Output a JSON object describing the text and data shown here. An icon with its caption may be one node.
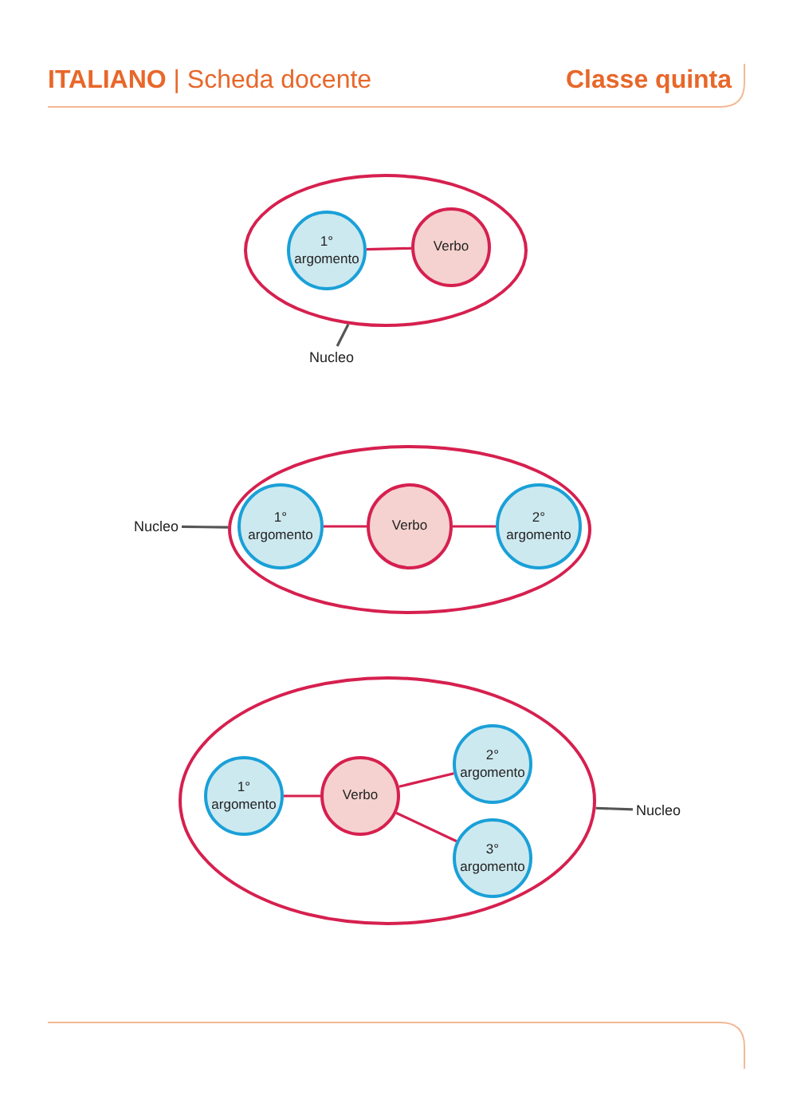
{
  "diagram": {
    "title": "**ITALIANO** | Scheda docente",
    "nodes": [
      {
        "text": [],
        "shape": "ellipse"
      },
      {
        "text": [
          "1° argomento"
        ],
        "in": 0
      },
      {
        "text": [
          "Verbo"
        ],
        "in": 0
      },
      {
        "text": [
          "Nucleo"
        ]
      },
      {
        "text": [],
        "shape": "ellipse"
      },
      {
        "text": [
          "1° argomento"
        ],
        "in": 4
      },
      {
        "text": [
          "Verbo"
        ],
        "in": 4
      },
      {
        "text": [
          "2° argomento"
        ],
        "in": 4
      },
      {
        "text": [
          "Nucleo"
        ]
      },
      {
        "text": [],
        "shape": "ellipse"
      },
      {
        "text": [
          "1° argomento"
        ],
        "in": 9
      },
      {
        "text": [
          "Verbo"
        ],
        "in": 9
      },
      {
        "text": [
          "2° argomento"
        ],
        "in": 9
      },
      {
        "text": [
          "3° argomento"
        ],
        "in": 9
      },
      {
        "text": [
          "Nucleo"
        ]
      }
    ],
    "edges": [
      {
        "from": 1,
        "to": 2,
        "arrow": "none"
      },
      {
        "from": 3,
        "to": 0,
        "arrow": "none",
        "color": "#555555"
      },
      {
        "from": 5,
        "to": 6,
        "arrow": "none"
      },
      {
        "from": 6,
        "to": 7,
        "arrow": "none"
      },
      {
        "from": 8,
        "to": 4,
        "arrow": "none",
        "color": "#555555"
      },
      {
        "from": 10,
        "to": 11,
        "arrow": "none"
      },
      {
        "from": 11,
        "to": 12,
        "arrow": "none"
      },
      {
        "from": 11,
        "to": 13,
        "arrow": "none"
      },
      {
        "from": 14,
        "to": 9,
        "arrow": "none",
        "color": "#555555"
      }
    ],
    "labels": [
      "Classe quinta"
    ]
  }
}
